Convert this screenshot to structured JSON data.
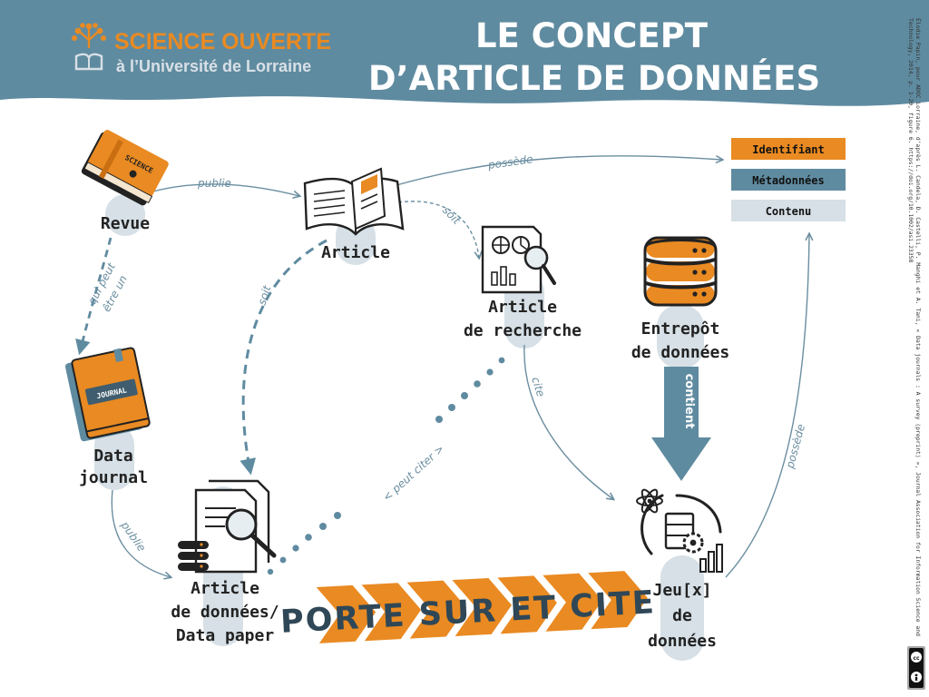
{
  "header": {
    "title_line1": "LE CONCEPT",
    "title_line2": "D’ARTICLE DE DONNÉES",
    "logo_line1": "SCIENCE OUVERTE",
    "logo_line2": "à l’Université de Lorraine",
    "bg_color": "#5f8ba0",
    "accent_color": "#e98a22"
  },
  "nodes": {
    "revue": "Revue",
    "article": "Article",
    "article_recherche_line1": "Article",
    "article_recherche_line2": "de recherche",
    "entrepot_line1": "Entrepôt",
    "entrepot_line2": "de données",
    "data_journal_line1": "Data",
    "data_journal_line2": "journal",
    "article_donnees_line1": "Article",
    "article_donnees_line2": "de données/",
    "article_donnees_line3": "Data paper",
    "jeux_line1": "Jeu[x]",
    "jeux_line2": "de",
    "jeux_line3": "données",
    "revue_book_text": "SCIENCE",
    "journal_book_text": "JOURNAL"
  },
  "legend": {
    "identifiant": "Identifiant",
    "metadonnees": "Métadonnées",
    "contenu": "Contenu"
  },
  "edges": {
    "publie_top": "publie",
    "possede_top": "possède",
    "soit_top": "soit",
    "soit_left": "soit",
    "qui_peut_line1": "qui peut",
    "qui_peut_line2": "être un",
    "publie_left": "publie",
    "cite": "cite",
    "peut_citer": "< peut citer >",
    "contient": "contient",
    "possede_right": "possède"
  },
  "banner": {
    "text": "PORTE SUR ET CITE"
  },
  "credit": {
    "text": "Élodie Papin, pour ADOC Lorraine, d’après  L. Candela, D. Castelli, P. Manghi et A. Tani, « Data journals : A survey (preprint) », Journal Association for Information Science and Technology, 2014, p. 1-20, figure 6. https://doi.org/10.1002/asi.23358"
  },
  "icons": {
    "logo": "tree-book-icon",
    "revue": "book-icon",
    "article": "open-book-icon",
    "recherche": "document-magnifier-icon",
    "entrepot": "database-icon",
    "data_journal": "journal-book-icon",
    "data_paper": "document-database-icon",
    "jeux": "dataset-icon",
    "license": "creative-commons-icon"
  }
}
